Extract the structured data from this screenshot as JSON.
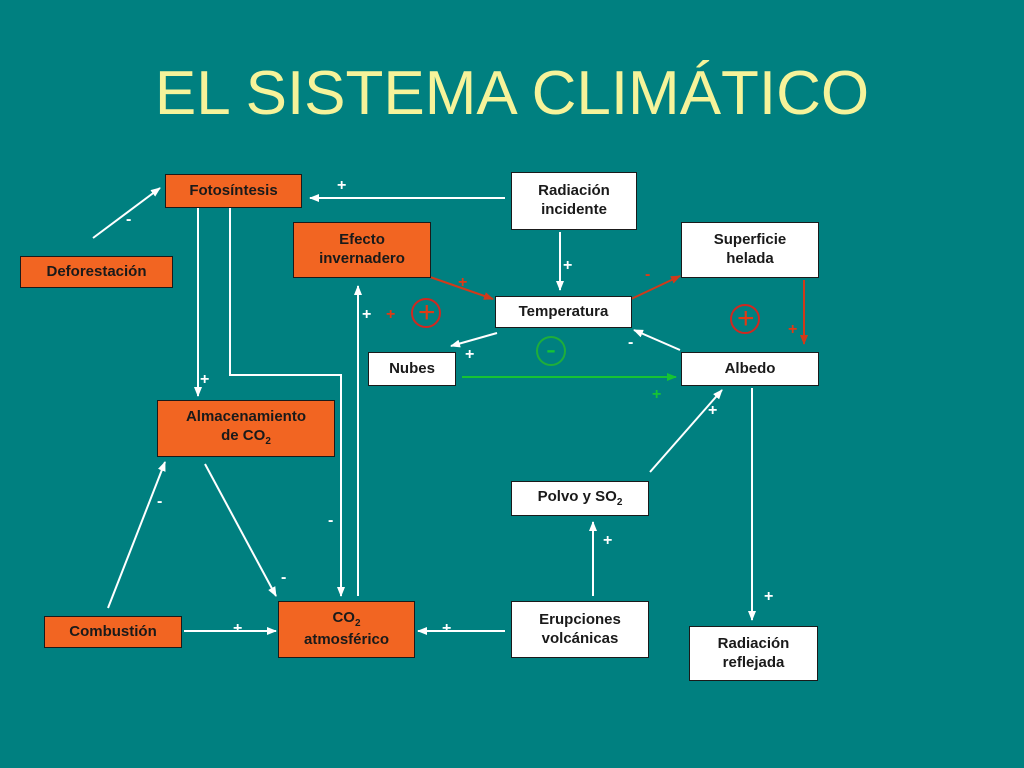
{
  "title": "EL SISTEMA CLIMÁTICO",
  "boxes": {
    "fotosintesis": "Fotosíntesis",
    "radiacion_incidente": [
      "Radiación",
      "incidente"
    ],
    "efecto_invernadero": [
      "Efecto",
      "invernadero"
    ],
    "superficie_helada": [
      "Superficie",
      "helada"
    ],
    "deforestacion": "Deforestación",
    "temperatura": "Temperatura",
    "nubes": "Nubes",
    "albedo": "Albedo",
    "almacenamiento": [
      "Almacenamiento",
      "de CO",
      "2"
    ],
    "polvo": [
      "Polvo y SO",
      "2"
    ],
    "combustion": "Combustión",
    "co2_atm": [
      "CO",
      "2",
      "atmosférico"
    ],
    "erupciones": [
      "Erupciones",
      "volcánicas"
    ],
    "radiacion_reflejada": [
      "Radiación",
      "reflejada"
    ]
  },
  "signs": {
    "plus": "+",
    "minus": "-"
  },
  "colors": {
    "background": "#008080",
    "title": "#f6f39a",
    "orange_box": "#f26522",
    "white_arrow": "#ffffff",
    "red_arrow": "#d03a1a",
    "green_arrow": "#16c434"
  }
}
